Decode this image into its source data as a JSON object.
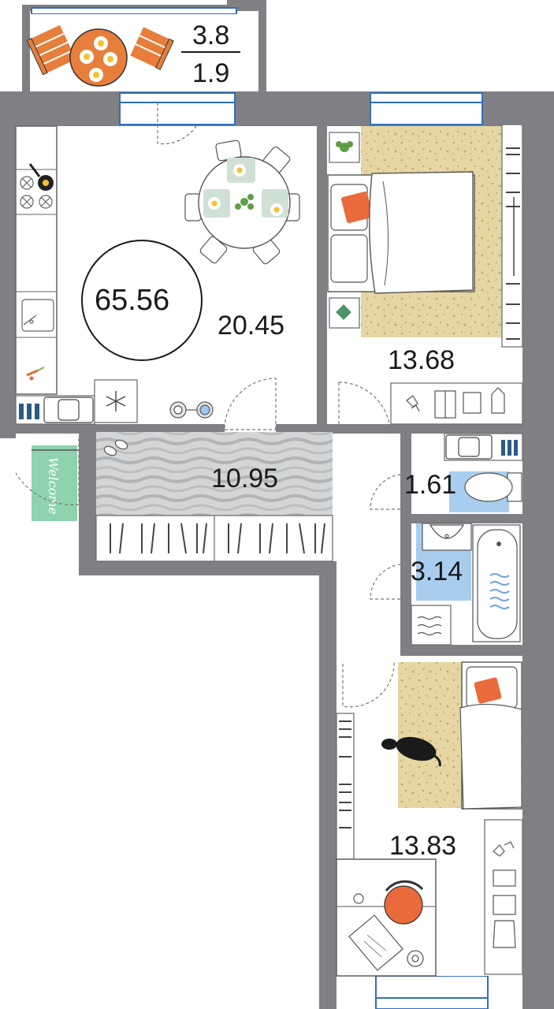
{
  "total_area": "65.56",
  "balcony": {
    "area_top": "3.8",
    "area_bottom": "1.9"
  },
  "rooms": [
    {
      "id": "kitchen-living",
      "area": "20.45"
    },
    {
      "id": "bedroom-1",
      "area": "13.68"
    },
    {
      "id": "hallway",
      "area": "10.95"
    },
    {
      "id": "toilet",
      "area": "1.61"
    },
    {
      "id": "bathroom",
      "area": "3.14"
    },
    {
      "id": "bedroom-2",
      "area": "13.83"
    }
  ],
  "doormat_text": "Welcome",
  "colors": {
    "wall": "#808084",
    "floor": "#ffffff",
    "window": "#2f6fc0",
    "rug": "#e6d6a3",
    "rug_dots": "#c9b27a",
    "hallway_rug": "#cfd1d2",
    "mat": "#8ed3ad",
    "pillow": "#e96a3a",
    "chair": "#e77e3c",
    "bath_mat": "#a9cdee",
    "outline": "#555555"
  }
}
